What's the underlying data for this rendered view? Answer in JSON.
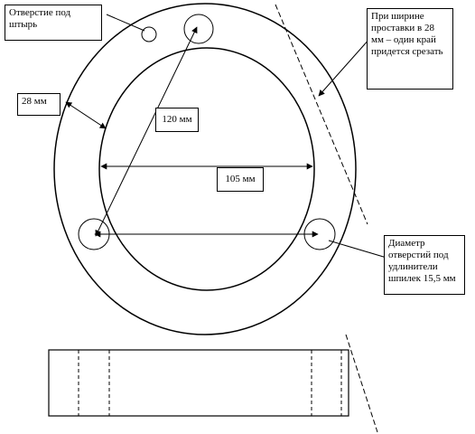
{
  "labels": {
    "hole_pin": "Отверстие под штырь",
    "width_note": "При ширине проставки в 28 мм – один край придется срезать",
    "dim_28": "28 мм",
    "dim_120": "120 мм",
    "dim_105": "105 мм",
    "diameter_note": "Диаметр отверстий под удлинители шпилек 15,5 мм"
  },
  "colors": {
    "stroke": "#000000",
    "background": "#ffffff"
  }
}
